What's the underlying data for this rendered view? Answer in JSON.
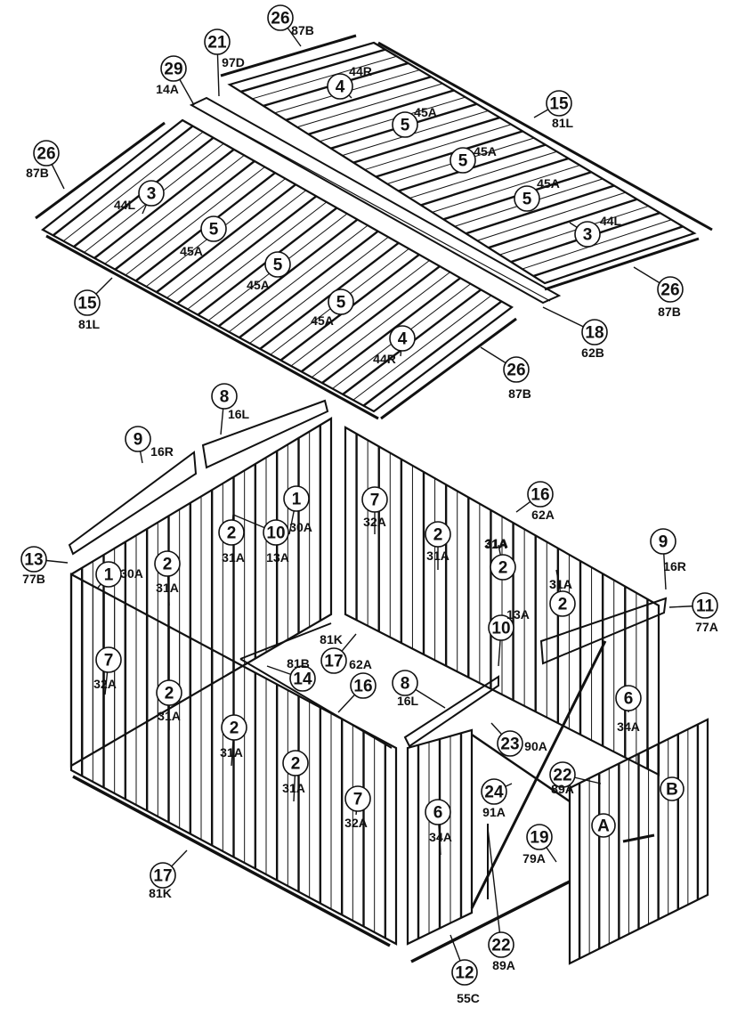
{
  "colors": {
    "ink": "#111111",
    "paper": "#ffffff"
  },
  "callouts": [
    {
      "num": "26",
      "code": "87B"
    },
    {
      "num": "21",
      "code": "97D"
    },
    {
      "num": "29",
      "code": "14A"
    },
    {
      "num": "26",
      "code": "87B"
    },
    {
      "num": "15",
      "code": "81L"
    },
    {
      "num": "15",
      "code": "81L"
    },
    {
      "num": "26",
      "code": "87B"
    },
    {
      "num": "18",
      "code": "62B"
    },
    {
      "num": "26",
      "code": "87B"
    },
    {
      "num": "8",
      "code": "16L"
    },
    {
      "num": "9",
      "code": "16R"
    },
    {
      "num": "16",
      "code": "62A"
    },
    {
      "num": "9",
      "code": "16R"
    },
    {
      "num": "13",
      "code": "77B"
    },
    {
      "num": "11",
      "code": "77A"
    },
    {
      "num": "8",
      "code": "16L"
    },
    {
      "num": "23",
      "code": "90A"
    },
    {
      "num": "22",
      "code": "89A"
    },
    {
      "num": "24",
      "code": "91A"
    },
    {
      "num": "19",
      "code": "79A"
    },
    {
      "num": "17",
      "code": "81K"
    },
    {
      "num": "12",
      "code": "55C"
    },
    {
      "num": "22",
      "code": "89A"
    },
    {
      "num": "17",
      "code": "62A"
    },
    {
      "num": "10",
      "code": "13A"
    },
    {
      "num": "10",
      "code": "13A"
    },
    {
      "num": "1",
      "code": "30A"
    },
    {
      "num": "1",
      "code": "30A"
    },
    {
      "num": "2",
      "code": "31A"
    },
    {
      "num": "2",
      "code": "31A"
    },
    {
      "num": "2",
      "code": "31A"
    },
    {
      "num": "2",
      "code": "31A"
    },
    {
      "num": "2",
      "code": "31A"
    },
    {
      "num": "2",
      "code": "31A"
    },
    {
      "num": "2",
      "code": "31A"
    },
    {
      "num": "2",
      "code": "31A"
    },
    {
      "num": "7",
      "code": "32A"
    },
    {
      "num": "7",
      "code": "32A"
    },
    {
      "num": "7",
      "code": "32A"
    },
    {
      "num": "6",
      "code": "34A"
    },
    {
      "num": "6",
      "code": "34A"
    },
    {
      "num": "3",
      "code": "44L"
    },
    {
      "num": "3",
      "code": "44L"
    },
    {
      "num": "4",
      "code": "44R"
    },
    {
      "num": "4",
      "code": "44R"
    },
    {
      "num": "5",
      "code": "45A"
    },
    {
      "num": "5",
      "code": "45A"
    },
    {
      "num": "5",
      "code": "45A"
    },
    {
      "num": "5",
      "code": "45A"
    },
    {
      "num": "5",
      "code": "45A"
    },
    {
      "num": "5",
      "code": "45A"
    },
    {
      "num": "5",
      "code": ""
    },
    {
      "num": "16",
      "code": ""
    },
    {
      "num": "14",
      "code": "81B"
    },
    {
      "num": "2",
      "code": ""
    },
    {
      "num": "7",
      "code": ""
    }
  ],
  "loose_labels": [
    "81K",
    "31A",
    "31A"
  ],
  "door_letters": [
    "A",
    "B"
  ]
}
